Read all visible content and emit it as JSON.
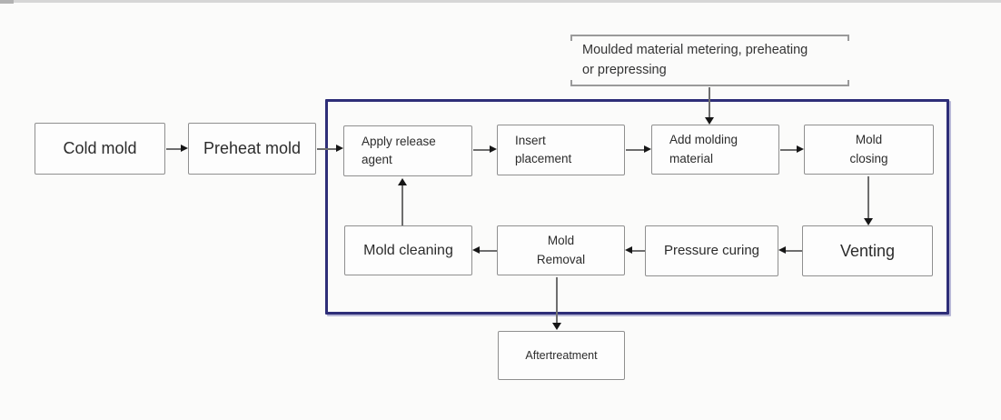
{
  "diagram": {
    "note": {
      "lines": [
        "Moulded material metering, preheating",
        "or prepressing"
      ]
    },
    "nodes": [
      {
        "id": "cold-mold",
        "lines": [
          "Cold mold"
        ]
      },
      {
        "id": "preheat-mold",
        "lines": [
          "Preheat mold"
        ]
      },
      {
        "id": "apply-release-agent",
        "lines": [
          "Apply release",
          "agent"
        ]
      },
      {
        "id": "insert-placement",
        "lines": [
          "Insert",
          "placement"
        ]
      },
      {
        "id": "add-molding-material",
        "lines": [
          "Add molding",
          "material"
        ]
      },
      {
        "id": "mold-closing",
        "lines": [
          "Mold",
          "closing"
        ]
      },
      {
        "id": "mold-cleaning",
        "lines": [
          "Mold cleaning"
        ]
      },
      {
        "id": "mold-removal",
        "lines": [
          "Mold",
          "Removal"
        ]
      },
      {
        "id": "pressure-curing",
        "lines": [
          "Pressure curing"
        ]
      },
      {
        "id": "venting",
        "lines": [
          "Venting"
        ]
      },
      {
        "id": "aftertreatment",
        "lines": [
          "Aftertreatment"
        ]
      }
    ],
    "edges": [
      {
        "from": "cold-mold",
        "to": "preheat-mold"
      },
      {
        "from": "preheat-mold",
        "to": "apply-release-agent"
      },
      {
        "from": "apply-release-agent",
        "to": "insert-placement"
      },
      {
        "from": "insert-placement",
        "to": "add-molding-material"
      },
      {
        "from": "note",
        "to": "add-molding-material"
      },
      {
        "from": "add-molding-material",
        "to": "mold-closing"
      },
      {
        "from": "mold-closing",
        "to": "venting"
      },
      {
        "from": "venting",
        "to": "pressure-curing"
      },
      {
        "from": "pressure-curing",
        "to": "mold-removal"
      },
      {
        "from": "mold-removal",
        "to": "mold-cleaning"
      },
      {
        "from": "mold-cleaning",
        "to": "apply-release-agent"
      },
      {
        "from": "mold-removal",
        "to": "aftertreatment"
      }
    ],
    "colors": {
      "group_border": "#2e2e78",
      "box_border": "#8f8f8f",
      "box_fill": "#fdfdfd",
      "arrow_line": "#6e6e6e",
      "arrow_head": "#161616",
      "text": "#2c2c2c"
    }
  }
}
